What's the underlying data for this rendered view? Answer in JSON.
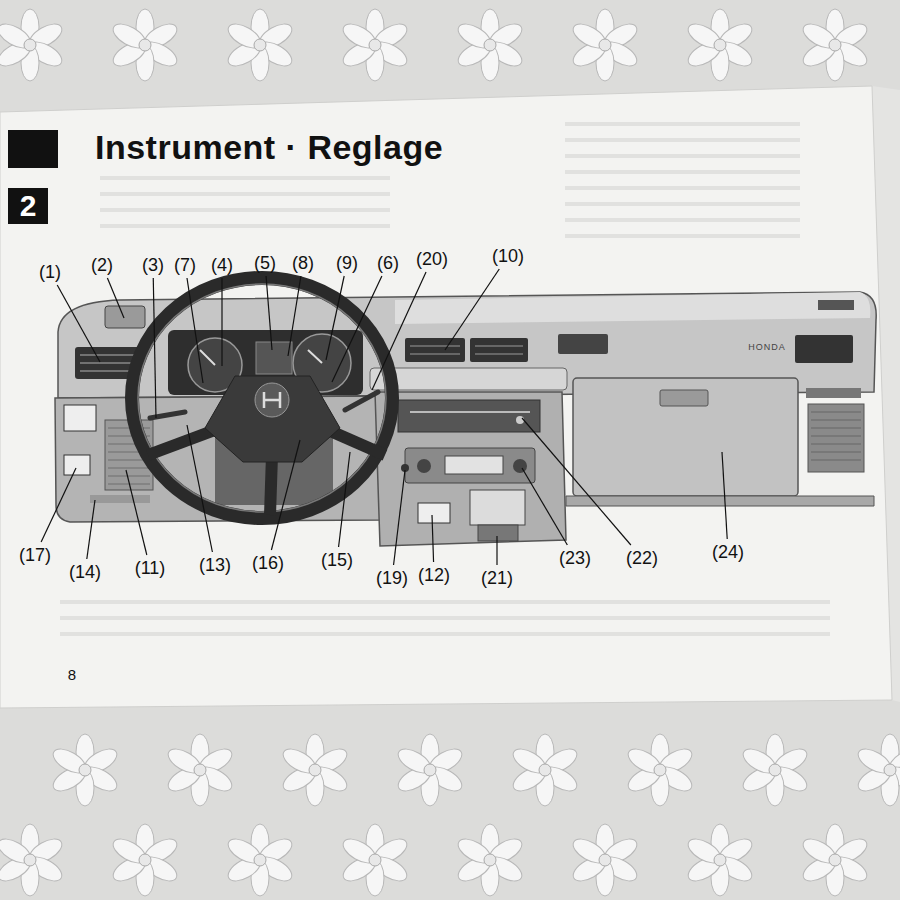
{
  "diagram": {
    "title": "Instrument · Reglage",
    "nodes": [
      {
        "text": [
          "2"
        ]
      }
    ],
    "labels": [
      "(1)",
      "(2)",
      "(3)",
      "(7)",
      "(4)",
      "(5)",
      "(8)",
      "(9)",
      "(6)",
      "(20)",
      "(10)",
      "HONDA",
      "(17)",
      "(14)",
      "(11)",
      "(13)",
      "(16)",
      "(15)",
      "(19)",
      "(12)",
      "(21)",
      "(23)",
      "(22)",
      "(24)",
      "8"
    ]
  }
}
